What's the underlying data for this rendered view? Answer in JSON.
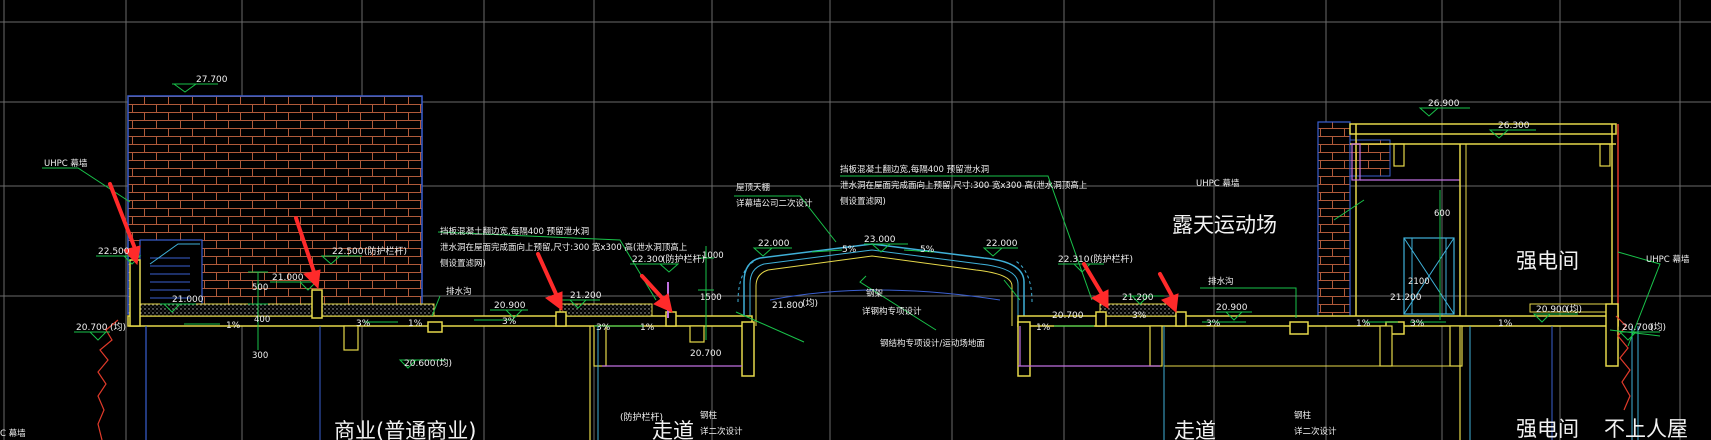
{
  "colors": {
    "background": "#000000",
    "grid": "#6a6a6a",
    "structure": "#e6d84a",
    "leader": "#19c24a",
    "wall_outline": "#3a5fd0",
    "brick_hatch": "#b05a3a",
    "glass": "#3fb0d8",
    "partition": "#c070e0",
    "red_line": "#e03a2a",
    "arrow": "#ff2a2a",
    "text": "#f0f0f0"
  },
  "rooms": {
    "outdoor_sports": "露天运动场",
    "power_room_upper": "强电间",
    "power_room_lower": "强电间",
    "commercial": "商业(普通商业)",
    "corridor_left": "走道",
    "corridor_right": "走道",
    "no_access_roof": "不上人屋"
  },
  "elevations": {
    "e27700": "27.700",
    "e22500_left": "22.500",
    "e22500_mid": "22.500",
    "e21000_stair": "21.000",
    "e21000_left": "21.000",
    "e20900_left": "20.900",
    "e21200_left": "21.200",
    "e22300": "22.300",
    "e20700_left": "20.700",
    "e20600": "20.600",
    "e20700": "20.700",
    "e22000_a": "22.000",
    "e23000": "23.000",
    "e22000_b": "22.000",
    "e21800": "21.800",
    "e22310": "22.310",
    "e21200_right": "21.200",
    "e20700_right": "20.700",
    "e20900_mid": "20.900",
    "e21200_far": "21.200",
    "e20900_right": "20.900",
    "e26900": "26.900",
    "e26300": "26.300",
    "e20700_far": "20.700"
  },
  "tags": {
    "jun_a": "(均)",
    "jun_b": "(均)",
    "jun_c": "(均)",
    "jun_d": "(均)",
    "jun_e": "(均)",
    "parapet_a": "(防护栏杆)",
    "parapet_b": "(防护栏杆)",
    "parapet_c": "(防护栏杆)",
    "parapet_d": "(防护栏杆)"
  },
  "notes": {
    "uhpc_left": "UHPC 幕墙",
    "uhpc_mid": "UHPC 幕墙",
    "uhpc_right": "UHPC 幕墙",
    "uhpc_bottom": "C 幕墙",
    "drain_a": "排水沟",
    "drain_b": "排水沟",
    "canopy_1": "屋顶天棚",
    "canopy_2": "详幕墙公司二次设计",
    "concrete_a1": "挡板混凝土翻边宽,每隔400 预留泄水洞",
    "concrete_a2": "泄水洞在屋面完成面向上预留,尺寸:300 宽x300 高(泄水洞顶高上",
    "concrete_a3": "侧设置滤网)",
    "concrete_b1": "挡板混凝土翻边宽,每隔400 预留泄水洞",
    "concrete_b2": "泄水洞在屋面完成面向上预留,尺寸:300 宽x300 高(泄水洞顶高上",
    "concrete_b3": "侧设置滤网)",
    "steel_frame": "钢架",
    "steel_frame_2": "详钢构专项设计",
    "sports_floor": "钢结构专项设计/运动场地面",
    "column_a": "钢柱",
    "column_b": "详二次设计",
    "column_c": "钢柱",
    "column_d": "详二次设计",
    "dim_500": "500",
    "dim_400": "400",
    "dim_300": "300",
    "dim_1500": "1500",
    "dim_2100": "2100",
    "dim_600": "600",
    "dim_1000": "1000"
  },
  "slopes": {
    "s1": "1%",
    "s2": "3%",
    "s3": "1%",
    "s4": "3%",
    "s5": "3%",
    "s6": "1%",
    "s7": "5%",
    "s8": "5%",
    "s9": "1%",
    "s10": "3%",
    "s11": "3%",
    "s12": "1%",
    "s13": "3%",
    "s14": "1%"
  }
}
